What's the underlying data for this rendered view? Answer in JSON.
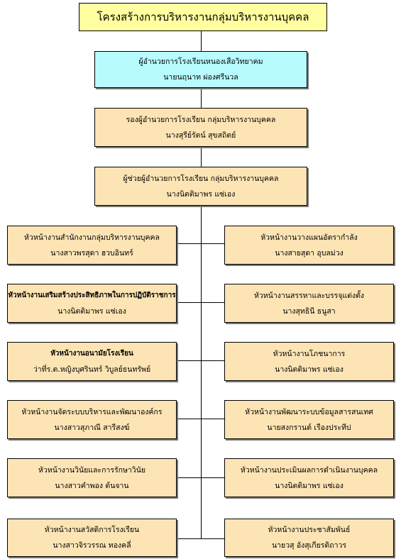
{
  "title": "โครงสร้างการบริหารงานกลุ่มบริหารงานบุคคล",
  "director": {
    "position": "ผู้อำนวยการโรงเรียนหนองเสือวิทยาคม",
    "name": "นายนฤนาท  ผ่องศรีนวล"
  },
  "deputy": {
    "position": "รองผู้อำนวยการโรงเรียน กลุ่มบริหารงานบุคคล",
    "name": "นางสุรีย์รัตน์  สุขสถิตย์"
  },
  "assistant": {
    "position": "ผู้ช่วยผู้อำนวยการโรงเรียน กลุ่มบริหารงานบุคคล",
    "name": "นางนิตติมาพร  แซ่เอง"
  },
  "left_units": [
    {
      "position": "หัวหน้างานสำนักงานกลุ่มบริหารงานบุคคล",
      "name": "นางสาวพรสุดา  ฮวบอินทร์"
    },
    {
      "position": "หัวหน้างานเสริมสร้างประสิทธิภาพในการปฏิบัติราชการ",
      "name": "นางนิตติมาพร  แซ่เอง"
    },
    {
      "position": "หัวหน้างานอนามัยโรงเรียน",
      "name": "ว่าที่ร.ต.หญิงบุศรินทร์  วิบูลย์ธนทรัพย์"
    },
    {
      "position": "หัวหน้างานจัดระบบบริหารและพัฒนาองค์กร",
      "name": "นางสาวสุภาณี  สารีสงฆ์"
    },
    {
      "position": "หัวหน้างานวินัยและการรักษาวินัย",
      "name": "นางสาวคำพอง  ต้นจาน"
    },
    {
      "position": "หัวหน้างานสวัสดิการโรงเรียน",
      "name": "นางสาวจิรวรรณ  ทองคลี่"
    }
  ],
  "right_units": [
    {
      "position": "หัวหน้างานวางแผนอัตรากำลัง",
      "name": "นางสายสุดา  อุบลม่วง"
    },
    {
      "position": "หัวหน้างานสรรหาและบรรจุแต่งตั้ง",
      "name": "นางสุทธินี  ธนูสา"
    },
    {
      "position": "หัวหน้างานโภชนาการ",
      "name": "นางนิตติมาพร  แซ่เอง"
    },
    {
      "position": "หัวหน้างานพัฒนาระบบข้อมูลสารสนเทศ",
      "name": "นายสงกรานต์  เรืองประทีป"
    },
    {
      "position": "หัวหน้างานประเมินผลการดำเนินงานบุคคล",
      "name": "นางนิตติมาพร  แซ่เอง"
    },
    {
      "position": "หัวหน้างานประชาสัมพันธ์",
      "name": "นายวสุ  อังสุเกียรติถาวร"
    }
  ],
  "colors": {
    "title_bg": "#ffffa0",
    "director_bg": "#b7fbff",
    "unit_bg": "#fde4b4",
    "line": "#000000"
  }
}
